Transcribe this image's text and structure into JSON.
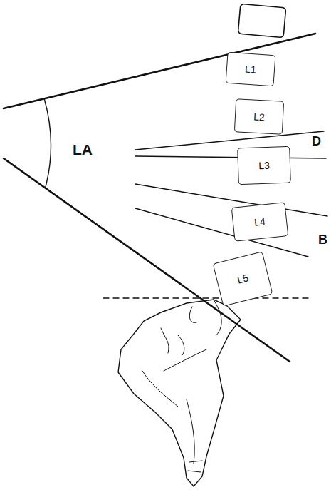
{
  "diagram": {
    "nodes": [
      {
        "text": [
          "L1"
        ]
      },
      {
        "text": [
          "L2"
        ]
      },
      {
        "text": [
          "L3"
        ]
      },
      {
        "text": [
          "L4"
        ]
      },
      {
        "text": [
          "L5"
        ]
      }
    ],
    "labels": [
      "LA",
      "D",
      "B"
    ]
  }
}
